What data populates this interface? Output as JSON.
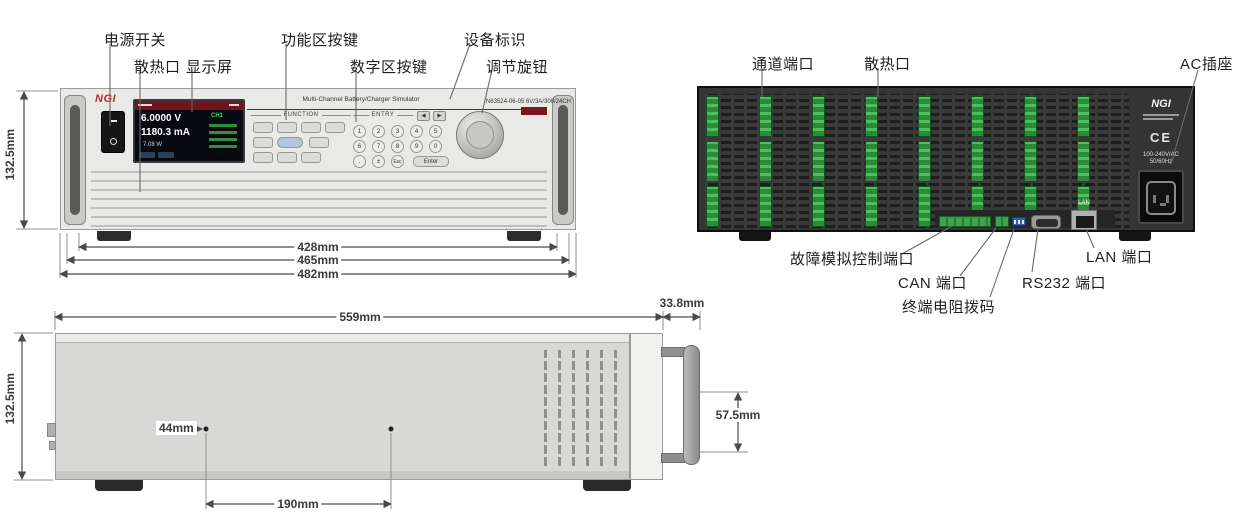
{
  "front": {
    "callouts": {
      "power_switch": "电源开关",
      "heat_vent": "散热口",
      "display": "显示屏",
      "function_keys": "功能区按键",
      "number_keys": "数字区按键",
      "device_label": "设备标识",
      "knob": "调节旋钮"
    },
    "dims": {
      "height": "132.5mm",
      "w1": "428mm",
      "w2": "465mm",
      "w3": "482mm"
    },
    "panel": {
      "brand": "NGI",
      "title": "Multi-Channel Battery/Charger Simulator",
      "model": "N63524-06-05  6V/3A/300/24CH",
      "function_label": "FUNCTION",
      "entry_label": "ENTRY",
      "screen": {
        "voltage": "6.0000 V",
        "current": "1180.3 mA",
        "power": "7.08 W",
        "channel": "CH1"
      },
      "keys": [
        "1",
        "2",
        "3",
        "4",
        "5",
        "6",
        "7",
        "8",
        "9",
        "0",
        ".",
        "±",
        "Esc"
      ],
      "arrow_left": "◀",
      "arrow_right": "▶",
      "enter_key": "Enter"
    }
  },
  "rear": {
    "callouts": {
      "channel_port": "通道端口",
      "heat_vent": "散热口",
      "ac_socket": "AC插座",
      "fault_port": "故障模拟控制端口",
      "can_port": "CAN 端口",
      "terminal_dip": "终端电阻拨码",
      "rs232_port": "RS232 端口",
      "lan_port": "LAN 端口"
    },
    "panel": {
      "brand": "NGI",
      "ce_mark": "CE",
      "lan_label": "LAN",
      "ac_line1": "100-240V/AC",
      "ac_line2": "50/60Hz"
    }
  },
  "side": {
    "dims": {
      "length": "559mm",
      "handle_depth": "33.8mm",
      "height": "132.5mm",
      "handle_height": "57.5mm",
      "hole_offset": "44mm",
      "hole_spacing": "190mm"
    }
  }
}
